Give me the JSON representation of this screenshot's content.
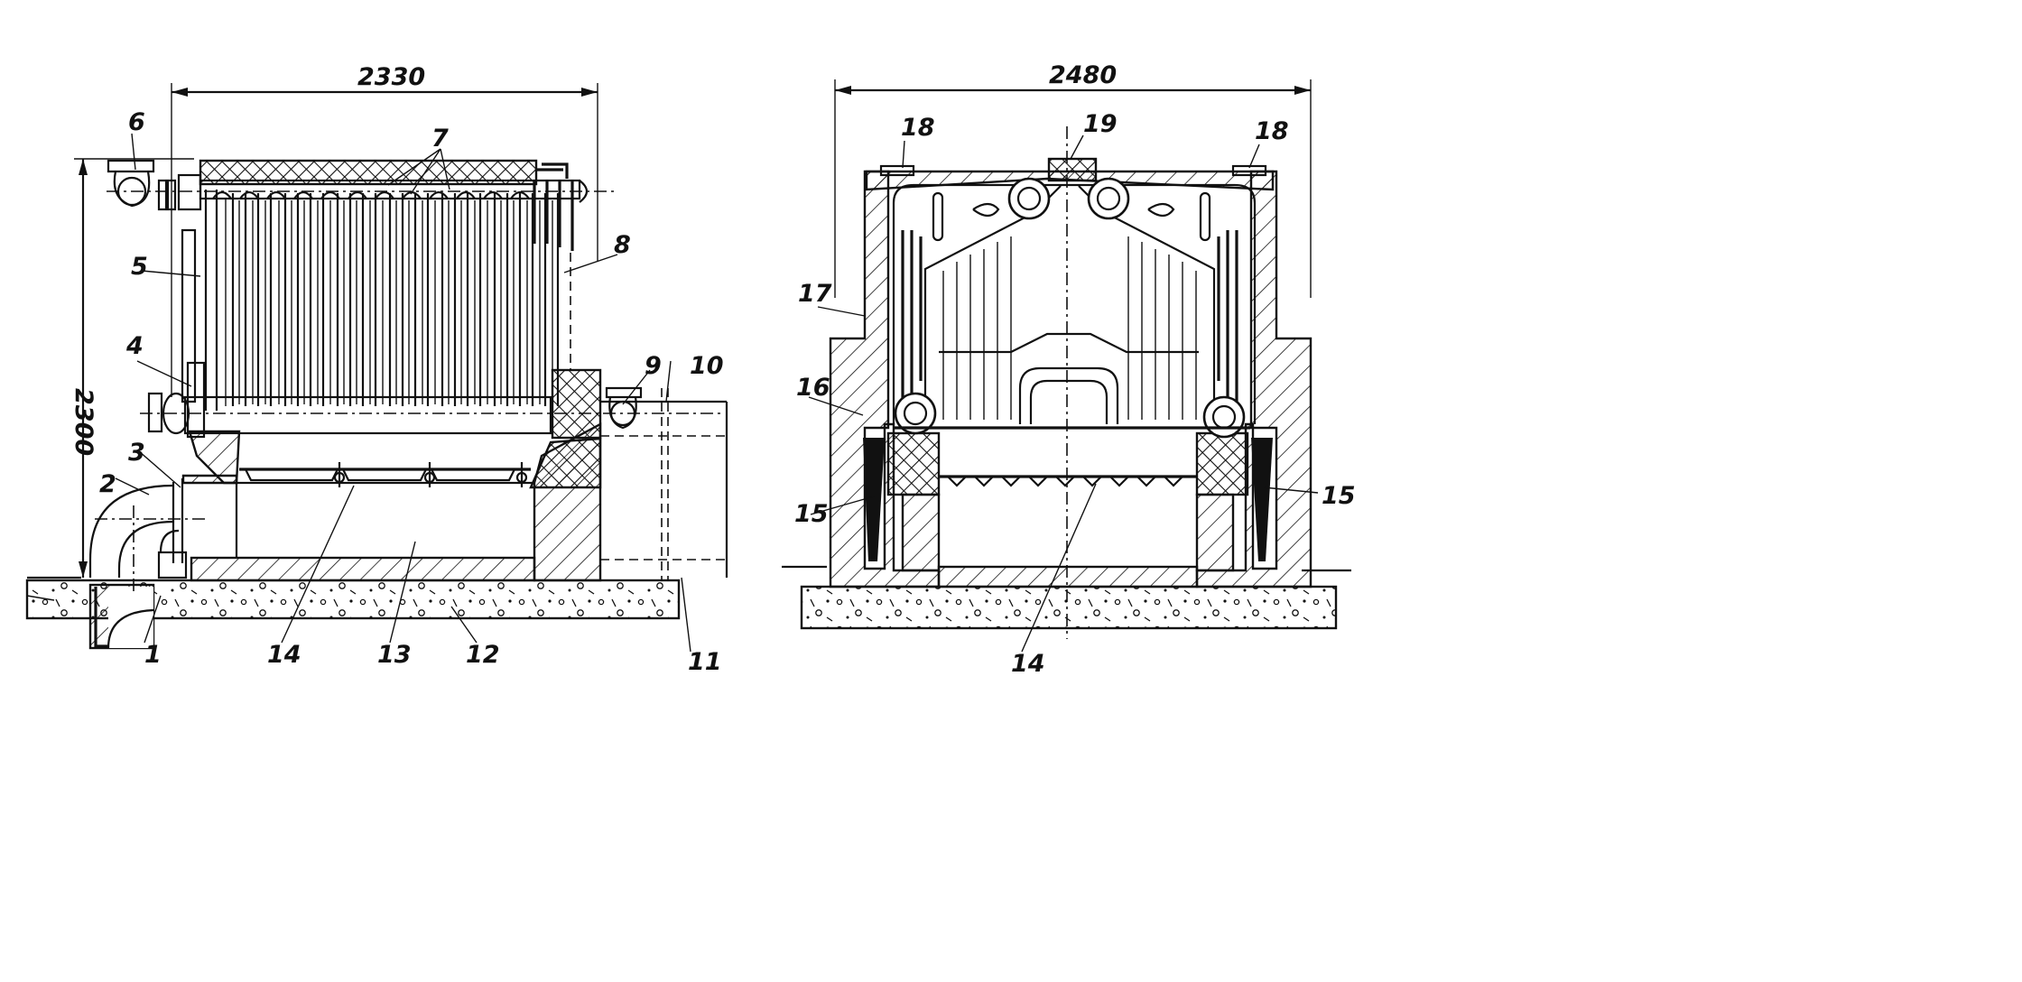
{
  "dimensions": {
    "front_width": "2330",
    "front_height": "2300",
    "end_width": "2480"
  },
  "front_view": {
    "labels": [
      "1",
      "2",
      "3",
      "4",
      "5",
      "6",
      "7",
      "8",
      "9",
      "10",
      "11",
      "12",
      "13",
      "14"
    ]
  },
  "end_view": {
    "labels": [
      "14",
      "15",
      "15",
      "16",
      "17",
      "18",
      "18",
      "19"
    ]
  }
}
